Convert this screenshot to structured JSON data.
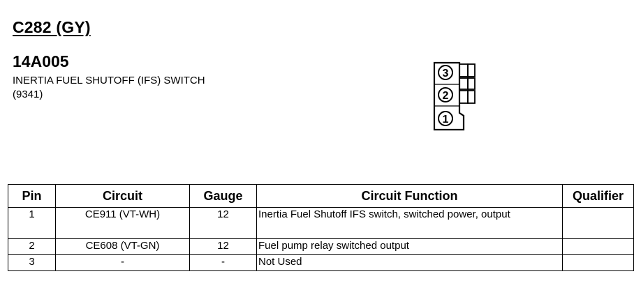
{
  "connector": {
    "id": "C282 (GY)",
    "part_number": "14A005",
    "description": "INERTIA FUEL SHUTOFF (IFS) SWITCH",
    "ref": "(9341)"
  },
  "diagram": {
    "pins": [
      "3",
      "2",
      "1"
    ]
  },
  "table": {
    "headers": {
      "pin": "Pin",
      "circuit": "Circuit",
      "gauge": "Gauge",
      "function": "Circuit Function",
      "qualifier": "Qualifier"
    },
    "rows": [
      {
        "pin": "1",
        "circuit": "CE911 (VT-WH)",
        "gauge": "12",
        "function": "Inertia Fuel Shutoff IFS switch, switched power, output",
        "qualifier": ""
      },
      {
        "pin": "2",
        "circuit": "CE608 (VT-GN)",
        "gauge": "12",
        "function": "Fuel pump relay switched output",
        "qualifier": ""
      },
      {
        "pin": "3",
        "circuit": "-",
        "gauge": "-",
        "function": "Not Used",
        "qualifier": ""
      }
    ]
  }
}
